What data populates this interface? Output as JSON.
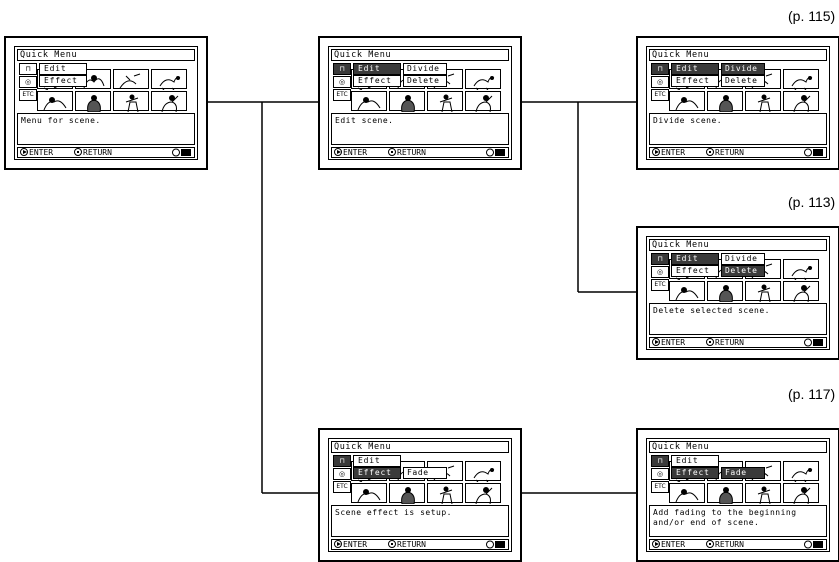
{
  "page_refs": [
    "(p. 115)",
    "(p. 113)",
    "(p. 117)"
  ],
  "panels": [
    {
      "title": "Quick Menu",
      "icons": [
        "",
        "",
        "ETC"
      ],
      "options": [
        "Edit",
        "Effect"
      ],
      "selected_option": null,
      "sub_options": [],
      "message": "Menu for scene.",
      "enter_label": "ENTER",
      "return_label": "RETURN"
    },
    {
      "title": "Quick Menu",
      "icons": [
        "",
        "",
        "ETC"
      ],
      "options": [
        "Edit",
        "Effect"
      ],
      "selected_option": "Edit",
      "sub_options": [
        "Divide",
        "Delete"
      ],
      "selected_sub": null,
      "message": "Edit scene.",
      "enter_label": "ENTER",
      "return_label": "RETURN"
    },
    {
      "title": "Quick Menu",
      "icons": [
        "",
        "",
        "ETC"
      ],
      "options": [
        "Edit",
        "Effect"
      ],
      "selected_option": "Edit",
      "sub_options": [
        "Divide",
        "Delete"
      ],
      "selected_sub": "Divide",
      "message": "Divide scene.",
      "enter_label": "ENTER",
      "return_label": "RETURN"
    },
    {
      "title": "Quick Menu",
      "icons": [
        "",
        "",
        "ETC"
      ],
      "options": [
        "Edit",
        "Effect"
      ],
      "selected_option": "Edit",
      "sub_options": [
        "Divide",
        "Delete"
      ],
      "selected_sub": "Delete",
      "message": "Delete selected scene.",
      "enter_label": "ENTER",
      "return_label": "RETURN"
    },
    {
      "title": "Quick Menu",
      "icons": [
        "",
        "",
        "ETC"
      ],
      "options": [
        "Edit",
        "Effect"
      ],
      "selected_option": "Effect",
      "sub_options": [
        "Fade"
      ],
      "selected_sub": null,
      "message": "Scene effect is setup.",
      "enter_label": "ENTER",
      "return_label": "RETURN"
    },
    {
      "title": "Quick Menu",
      "icons": [
        "",
        "",
        "ETC"
      ],
      "options": [
        "Edit",
        "Effect"
      ],
      "selected_option": "Effect",
      "sub_options": [
        "Fade"
      ],
      "selected_sub": "Fade",
      "message": "Add fading to the beginning and/or end of scene.",
      "enter_label": "ENTER",
      "return_label": "RETURN"
    }
  ]
}
